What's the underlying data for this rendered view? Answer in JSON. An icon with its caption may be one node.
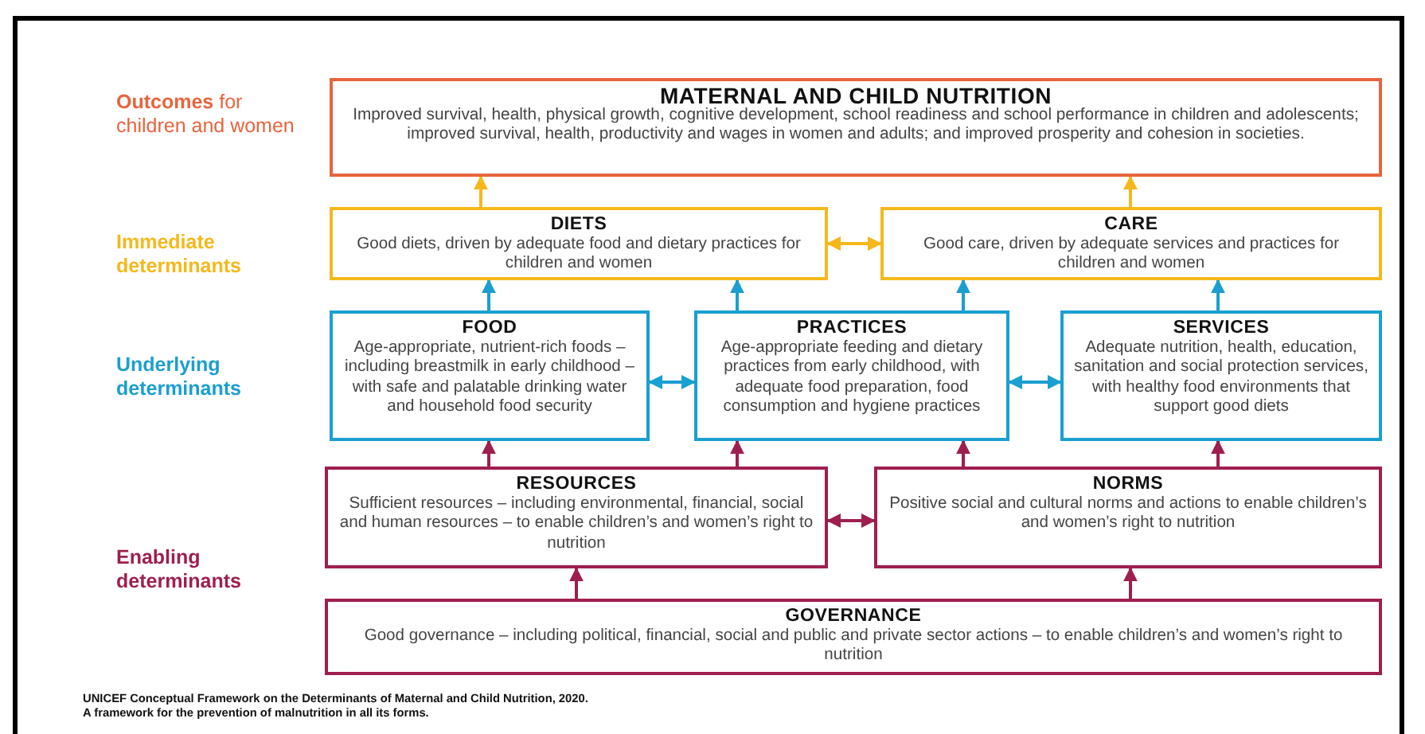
{
  "diagram": {
    "caption": "UNICEF Conceptual Framework on the Determinants of Maternal and Child Nutrition, 2020.",
    "nodes": [
      {
        "text": [
          "MATERNAL AND CHILD NUTRITION",
          "Improved survival, health, physical growth, cognitive development, school readiness and school performance in children and adolescents; improved survival, health, productivity and wages in women and adults; and improved prosperity and cohesion in societies."
        ]
      },
      {
        "text": [
          "DIETS",
          "Good diets, driven by adequate food and dietary practices for children and women"
        ]
      },
      {
        "text": [
          "CARE",
          "Good care, driven by adequate services and practices for children and women"
        ]
      },
      {
        "text": [
          "FOOD",
          "Age-appropriate, nutrient-rich foods – including breastmilk in early childhood – with safe and palatable drinking water and household food security"
        ]
      },
      {
        "text": [
          "PRACTICES",
          "Age-appropriate feeding and dietary practices from early childhood, with adequate food preparation, food consumption and hygiene practices"
        ]
      },
      {
        "text": [
          "SERVICES",
          "Adequate nutrition, health, education, sanitation and social protection services, with healthy food environments that support good diets"
        ]
      },
      {
        "text": [
          "RESOURCES",
          "Sufficient resources – including environmental, financial, social and human resources – to enable children’s and women’s right to nutrition"
        ]
      },
      {
        "text": [
          "NORMS",
          "Positive social and cultural norms and actions to enable children’s and women’s right to nutrition"
        ]
      },
      {
        "text": [
          "GOVERNANCE",
          "Good governance – including political, financial, social and public and private sector actions – to enable children’s and women’s right to nutrition"
        ]
      }
    ],
    "edges": [
      {
        "from": 1,
        "to": 0,
        "arrow": "to",
        "color": "#f5b81c"
      },
      {
        "from": 2,
        "to": 0,
        "arrow": "to",
        "color": "#f5b81c"
      },
      {
        "from": 1,
        "to": 2,
        "arrow": "both",
        "color": "#f5b81c"
      },
      {
        "from": 3,
        "to": 1,
        "arrow": "to",
        "color": "#1a9fd0"
      },
      {
        "from": 4,
        "to": 1,
        "arrow": "to",
        "color": "#1a9fd0"
      },
      {
        "from": 4,
        "to": 2,
        "arrow": "to",
        "color": "#1a9fd0"
      },
      {
        "from": 5,
        "to": 2,
        "arrow": "to",
        "color": "#1a9fd0"
      },
      {
        "from": 3,
        "to": 4,
        "arrow": "both",
        "color": "#1a9fd0"
      },
      {
        "from": 4,
        "to": 5,
        "arrow": "both",
        "color": "#1a9fd0"
      },
      {
        "from": 6,
        "to": 3,
        "arrow": "to"
      },
      {
        "from": 6,
        "to": 4,
        "arrow": "to"
      },
      {
        "from": 7,
        "to": 4,
        "arrow": "to"
      },
      {
        "from": 7,
        "to": 5,
        "arrow": "to"
      },
      {
        "from": 6,
        "to": 7,
        "arrow": "both"
      },
      {
        "from": 8,
        "to": 6,
        "arrow": "to"
      },
      {
        "from": 8,
        "to": 7,
        "arrow": "to"
      }
    ],
    "labels": [
      "**Outcomes** for children and women",
      "Immediate determinants",
      "Underlying determinants",
      "Enabling determinants",
      "A framework for the prevention of malnutrition in all its forms."
    ]
  }
}
